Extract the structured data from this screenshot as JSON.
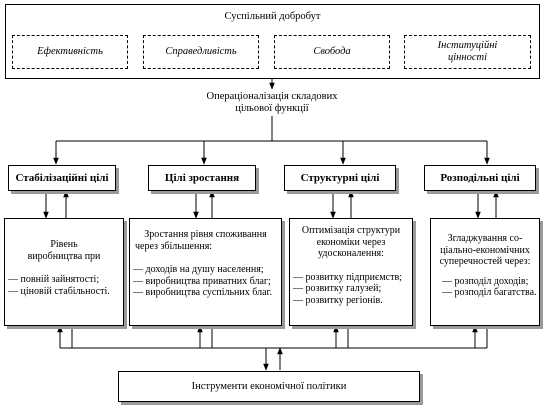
{
  "top": {
    "title": "Суспільний добробут",
    "values": [
      "Ефективність",
      "Справедливість",
      "Свобода",
      "Інституційні цінності"
    ]
  },
  "operationalization": {
    "line1": "Операціоналізація складових",
    "line2": "цільової функції"
  },
  "goals": [
    {
      "label": "Стабілізаційні цілі",
      "head": [
        "Рівень",
        "виробництва при"
      ],
      "items": [
        "— повній зайнятості;",
        "— ціновій стабільності."
      ]
    },
    {
      "label": "Цілі зростання",
      "head": [
        "Зростання рівня споживання",
        "через збільшення:"
      ],
      "items": [
        "— доходів на душу населення;",
        "— виробництва приватних благ;",
        "— виробництва суспільних благ."
      ]
    },
    {
      "label": "Структурні цілі",
      "head": [
        "Оптимізація структури",
        "економіки через",
        "удосконалення:"
      ],
      "items": [
        "— розвитку підприємств;",
        "— розвитку галузей;",
        "— розвитку регіонів."
      ]
    },
    {
      "label": "Розподільні цілі",
      "head": [
        "Згладжування со-",
        "ціально-економічних",
        "суперечностей через:"
      ],
      "items": [
        "— розподіл доходів;",
        "— розподіл багатства."
      ]
    }
  ],
  "tools": {
    "label": "Інструменти економічної політики"
  }
}
